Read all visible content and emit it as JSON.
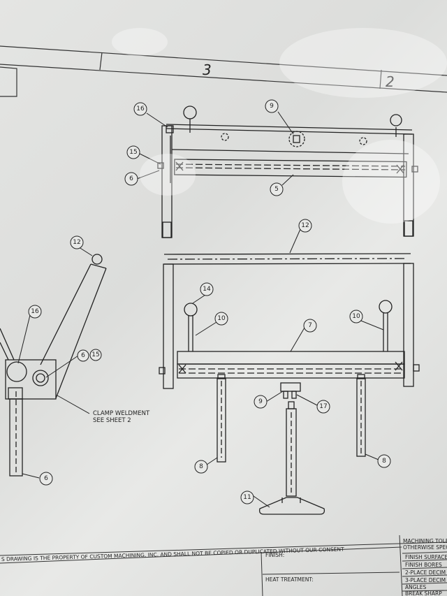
{
  "zones": {
    "left": "3",
    "right": "2"
  },
  "balloons": {
    "b16_top": "16",
    "b15_top": "15",
    "b6_top": "6",
    "b9_top": "9",
    "b5": "5",
    "b12_mid": "12",
    "b12_left": "12",
    "b14": "14",
    "b10_left": "10",
    "b10_right": "10",
    "b7": "7",
    "b16_left": "16",
    "b6_left": "6",
    "b15_left": "15",
    "b9_bottom": "9",
    "b17": "17",
    "b8_left": "8",
    "b8_right": "8",
    "b6_bottom": "6",
    "b11": "11"
  },
  "notes": {
    "clamp_line1": "CLAMP WELDMENT",
    "clamp_line2": "SEE SHEET 2"
  },
  "title_block": {
    "property_notice": "S DRAWING IS THE PROPERTY OF CUSTOM MACHINING, INC. AND SHALL NOT BE COPIED OR DUPLICATED WITHOUT OUR CONSENT",
    "finish_label": "FINISH:",
    "heat_treatment_label": "HEAT TREATMENT:",
    "tolerance_header_1": "MACHINING TOLERA",
    "tolerance_header_2": "OTHERWISE SPECIF",
    "finish_surfaces": "FINISH SURFACE",
    "finish_bores": "FINISH BORES",
    "two_place": "2-PLACE DECIM",
    "three_place": "3-PLACE DECIM",
    "angles": "ANGLES",
    "break_sharp": "BREAK SHARP"
  }
}
